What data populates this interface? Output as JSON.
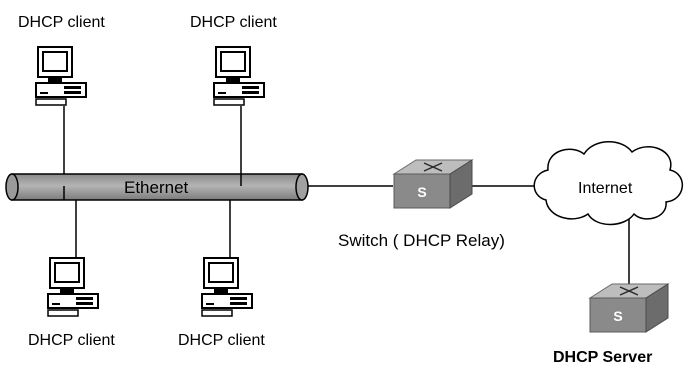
{
  "clients": [
    {
      "label": "DHCP client"
    },
    {
      "label": "DHCP client"
    },
    {
      "label": "DHCP client"
    },
    {
      "label": "DHCP client"
    }
  ],
  "network": {
    "ethernet_label": "Ethernet",
    "internet_label": "Internet"
  },
  "relay": {
    "label": "Switch ( DHCP Relay)"
  },
  "server": {
    "label": "DHCP Server"
  }
}
